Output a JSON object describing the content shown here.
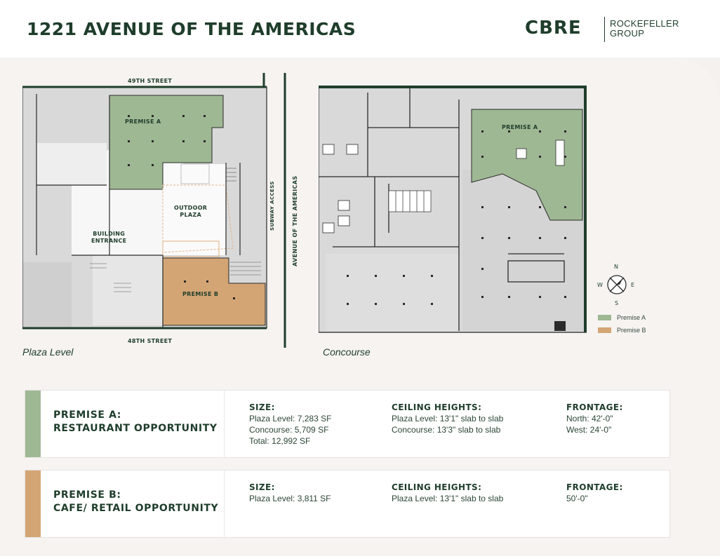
{
  "header": {
    "title": "1221 AVENUE OF THE AMERICAS",
    "logo_primary": "CBRE",
    "logo_secondary_line1": "ROCKEFELLER",
    "logo_secondary_line2": "GROUP"
  },
  "plaza_plan": {
    "caption": "Plaza Level",
    "north_street": "49TH STREET",
    "south_street": "48TH STREET",
    "avenue": "AVENUE OF THE AMERICAS",
    "premise_a_label": "PREMISE A",
    "premise_b_label": "PREMISE B",
    "outdoor_plaza_line1": "OUTDOOR",
    "outdoor_plaza_line2": "PLAZA",
    "building_entrance_line1": "BUILDING",
    "building_entrance_line2": "ENTRANCE",
    "subway_access": "SUBWAY ACCESS"
  },
  "concourse_plan": {
    "caption": "Concourse",
    "premise_a_label": "PREMISE A"
  },
  "compass": {
    "n": "N",
    "s": "S",
    "e": "E",
    "w": "W"
  },
  "legend": {
    "items": [
      {
        "label": "Premise A",
        "color": "#9fb894"
      },
      {
        "label": "Premise B",
        "color": "#d4a574"
      }
    ]
  },
  "colors": {
    "premise_a": "#9fb894",
    "premise_b": "#d4a574",
    "dark_green": "#1f3d2b",
    "plan_gray": "#d9d9d9"
  },
  "premises": [
    {
      "title_line1": "PREMISE A:",
      "title_line2": "RESTAURANT OPPORTUNITY",
      "size_heading": "SIZE:",
      "size_lines": [
        "Plaza Level: 7,283 SF",
        "Concourse: 5,709 SF",
        "Total: 12,992 SF"
      ],
      "ceiling_heading": "CEILING HEIGHTS:",
      "ceiling_lines": [
        "Plaza Level: 13'1\" slab to slab",
        "Concourse: 13'3\" slab to slab"
      ],
      "frontage_heading": "FRONTAGE:",
      "frontage_lines": [
        "North: 42'-0\"",
        "West: 24'-0\""
      ]
    },
    {
      "title_line1": "PREMISE B:",
      "title_line2": "CAFE/ RETAIL OPPORTUNITY",
      "size_heading": "SIZE:",
      "size_lines": [
        "Plaza Level: 3,811 SF"
      ],
      "ceiling_heading": "CEILING HEIGHTS:",
      "ceiling_lines": [
        "Plaza Level: 13'1\" slab to slab"
      ],
      "frontage_heading": "FRONTAGE:",
      "frontage_lines": [
        "50'-0\""
      ]
    }
  ]
}
